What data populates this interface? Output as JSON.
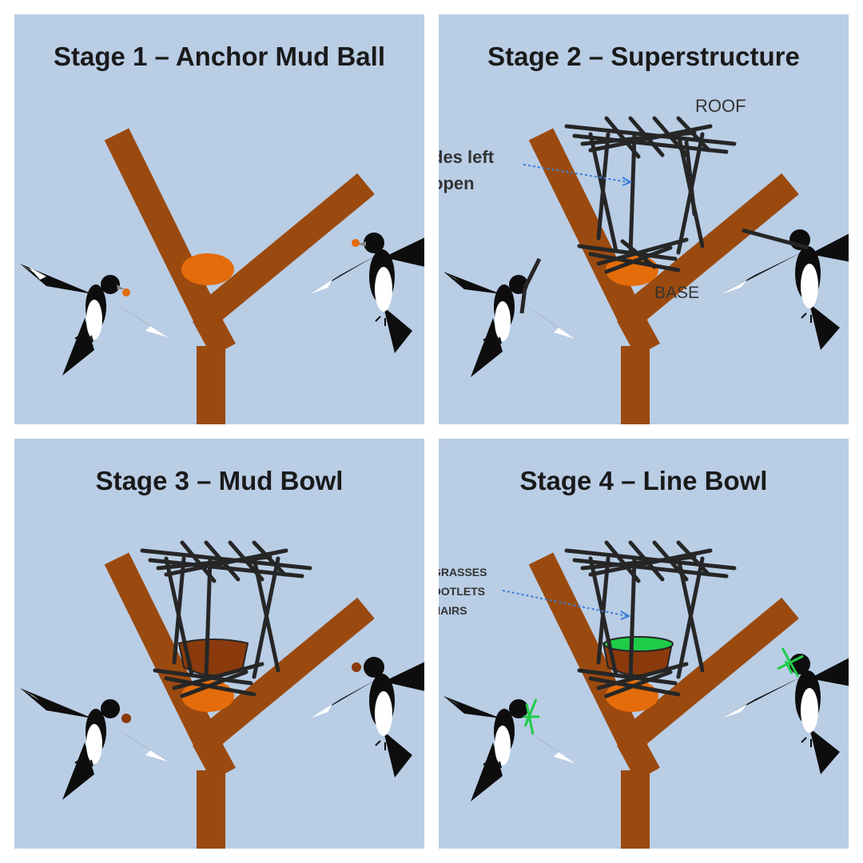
{
  "colors": {
    "background": "#b9cde5",
    "branch": "#9b4a0f",
    "mud_ball": "#e46c0a",
    "mud_bowl": "#8a3a0c",
    "lining": "#1fcc4a",
    "sticks": "#262626",
    "bird_black": "#0d0d0d",
    "bird_white": "#ffffff",
    "arrow": "#3b7dd8"
  },
  "panels": [
    {
      "title": "Stage 1 – Anchor Mud Ball"
    },
    {
      "title": "Stage 2 – Superstructure",
      "labels": {
        "roof": "ROOF",
        "base": "BASE",
        "sides_line1": "des left",
        "sides_line2": "open"
      }
    },
    {
      "title": "Stage 3 – Mud Bowl"
    },
    {
      "title": "Stage 4 – Line Bowl",
      "labels": {
        "line1": "GRASSES",
        "line2": "OOTLETS",
        "line3": "HAIRS"
      }
    }
  ]
}
